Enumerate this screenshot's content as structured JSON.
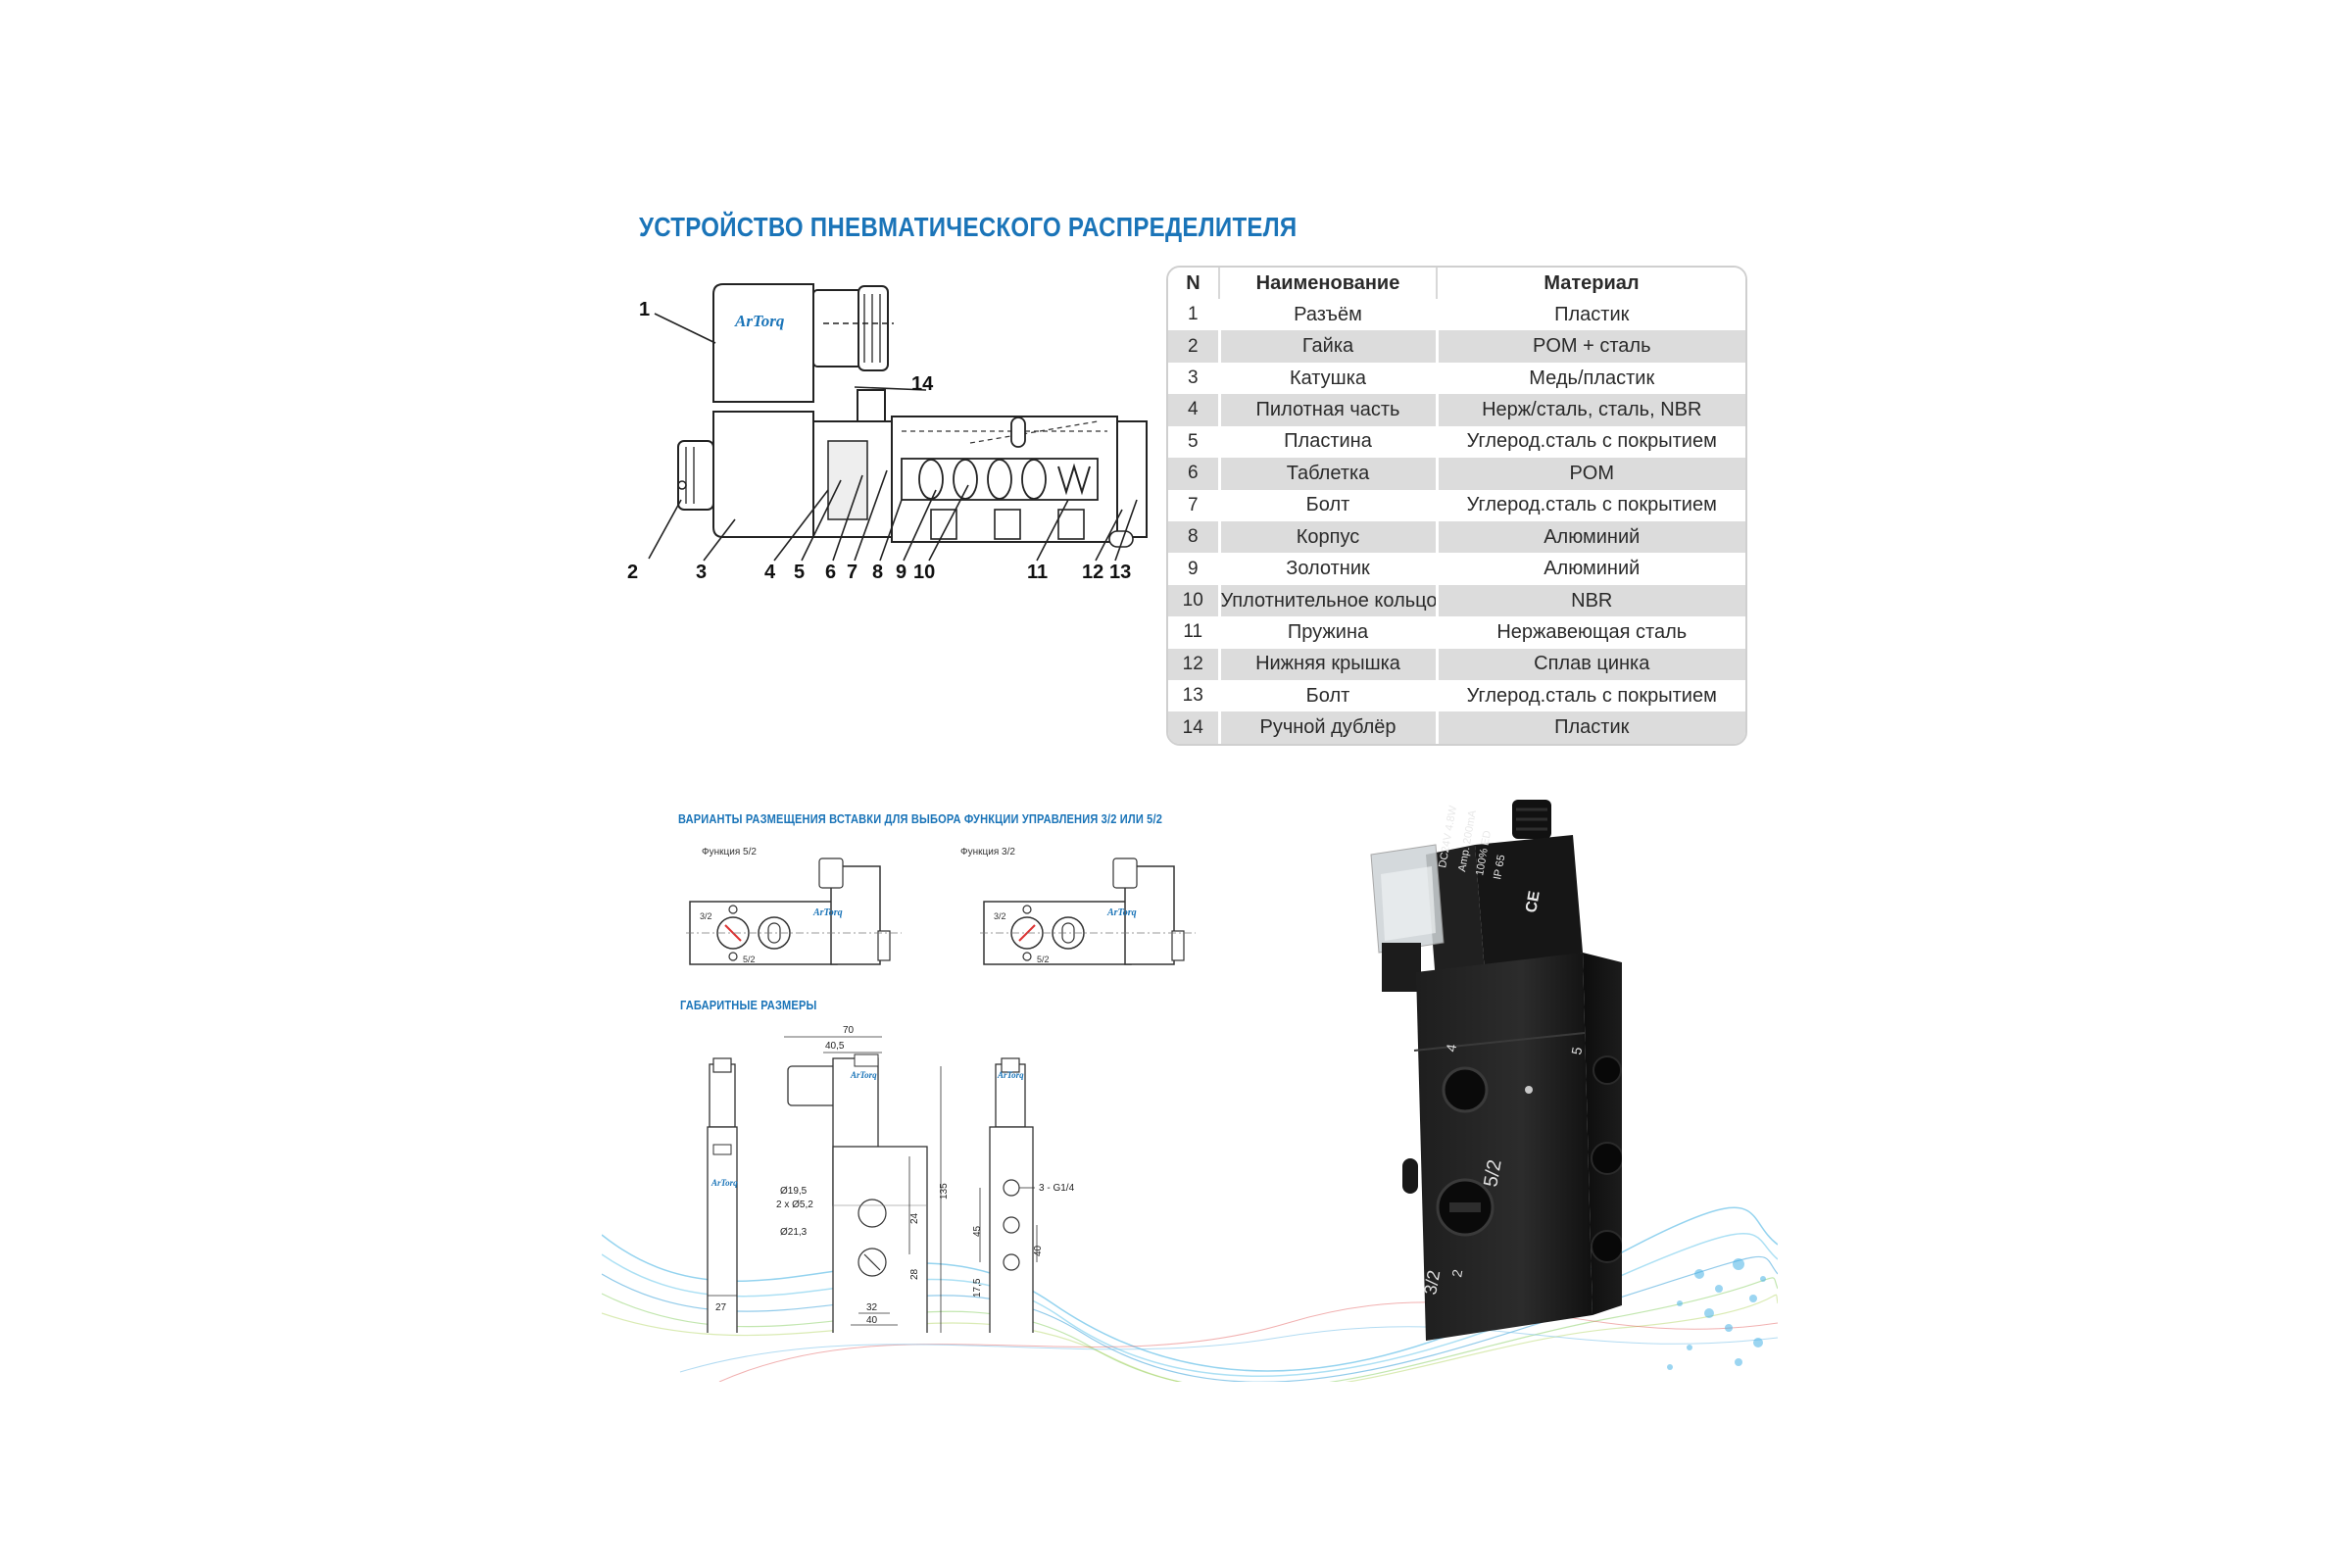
{
  "title": "УСТРОЙСТВО ПНЕВМАТИЧЕСКОГО РАСПРЕДЕЛИТЕЛЯ",
  "colors": {
    "accent": "#1a74b8",
    "row_shade": "#dcdcdc",
    "valve_body": "#1c1c1c"
  },
  "section_diagram": {
    "logo": "ArTorq",
    "callouts": [
      "1",
      "2",
      "3",
      "4",
      "5",
      "6",
      "7",
      "8",
      "9",
      "10",
      "11",
      "12",
      "13",
      "14"
    ]
  },
  "parts_table": {
    "headers": {
      "n": "N",
      "name": "Наименование",
      "material": "Материал"
    },
    "rows": [
      {
        "n": "1",
        "name": "Разъём",
        "material": "Пластик"
      },
      {
        "n": "2",
        "name": "Гайка",
        "material": "POM + сталь"
      },
      {
        "n": "3",
        "name": "Катушка",
        "material": "Медь/пластик"
      },
      {
        "n": "4",
        "name": "Пилотная часть",
        "material": "Нерж/сталь, сталь, NBR"
      },
      {
        "n": "5",
        "name": "Пластина",
        "material": "Углерод.сталь с покрытием"
      },
      {
        "n": "6",
        "name": "Таблетка",
        "material": "POM"
      },
      {
        "n": "7",
        "name": "Болт",
        "material": "Углерод.сталь с покрытием"
      },
      {
        "n": "8",
        "name": "Корпус",
        "material": "Алюминий"
      },
      {
        "n": "9",
        "name": "Золотник",
        "material": "Алюминий"
      },
      {
        "n": "10",
        "name": "Уплотнительное кольцо",
        "material": "NBR"
      },
      {
        "n": "11",
        "name": "Пружина",
        "material": "Нержавеющая сталь"
      },
      {
        "n": "12",
        "name": "Нижняя крышка",
        "material": "Сплав цинка"
      },
      {
        "n": "13",
        "name": "Болт",
        "material": "Углерод.сталь с покрытием"
      },
      {
        "n": "14",
        "name": "Ручной дублёр",
        "material": "Пластик"
      }
    ]
  },
  "insert_variants": {
    "caption": "ВАРИАНТЫ РАЗМЕЩЕНИЯ ВСТАВКИ ДЛЯ ВЫБОРА ФУНКЦИИ УПРАВЛЕНИЯ 3/2 ИЛИ 5/2",
    "left_label": "Функция 5/2",
    "right_label": "Функция 3/2",
    "mark_32": "3/2",
    "mark_52": "5/2",
    "logo": "ArTorq"
  },
  "dimensions": {
    "caption": "ГАБАРИТНЫЕ РАЗМЕРЫ",
    "d70": "70",
    "d40_5": "40,5",
    "d135": "135",
    "d19_5": "Ø19,5",
    "d2x5_2": "2 x Ø5,2",
    "d21_3": "Ø21,3",
    "d24": "24",
    "d28": "28",
    "d32": "32",
    "d40": "40",
    "d27": "27",
    "d45": "45",
    "d40b": "40",
    "d17_5": "17,5",
    "port": "3 - G1/4",
    "logo": "ArTorq"
  },
  "photo": {
    "coil_lines": [
      "DC24V  4.8W",
      "Amp. 200mA",
      "100%  ED",
      "IP 65"
    ],
    "ce": "CE",
    "port4": "4",
    "port5": "5",
    "port2": "2",
    "mode52": "5/2",
    "mode32": "3/2"
  }
}
